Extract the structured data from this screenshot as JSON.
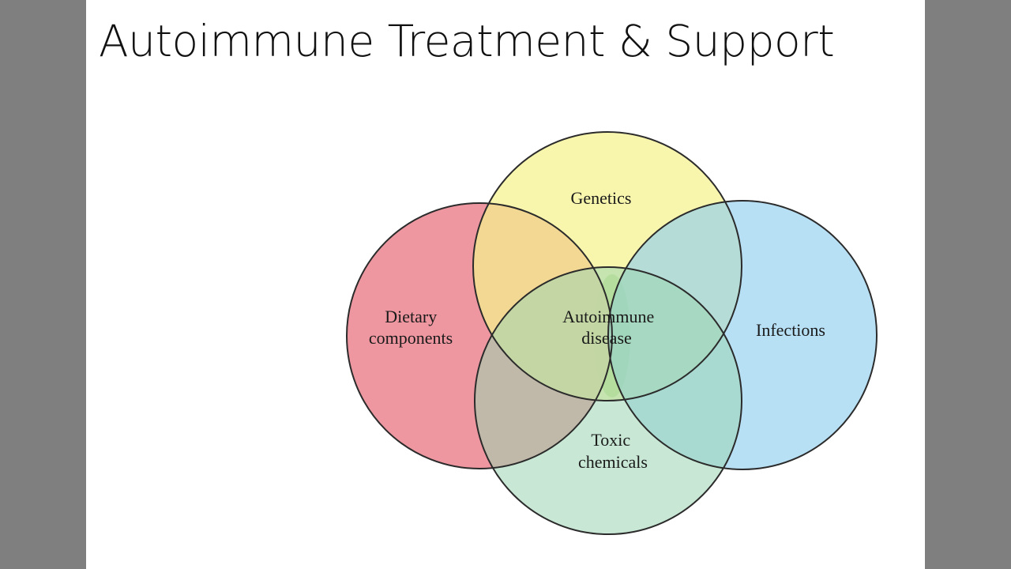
{
  "slide": {
    "title": "Autoimmune Treatment & Support"
  },
  "diagram": {
    "type": "venn",
    "sets": [
      {
        "id": "genetics",
        "label_lines": [
          "Genetics"
        ],
        "color": "#f5f18e"
      },
      {
        "id": "dietary",
        "label_lines": [
          "Dietary",
          "components"
        ],
        "color": "#ec8c96"
      },
      {
        "id": "infections",
        "label_lines": [
          "Infections"
        ],
        "color": "#8ccdef"
      },
      {
        "id": "toxic",
        "label_lines": [
          "Toxic",
          "chemicals"
        ],
        "color": "#9ad5b2"
      }
    ],
    "center": {
      "label_lines": [
        "Autoimmune",
        "disease"
      ],
      "color": "#7fcf73"
    },
    "outline_color": "#2b2b2b"
  }
}
